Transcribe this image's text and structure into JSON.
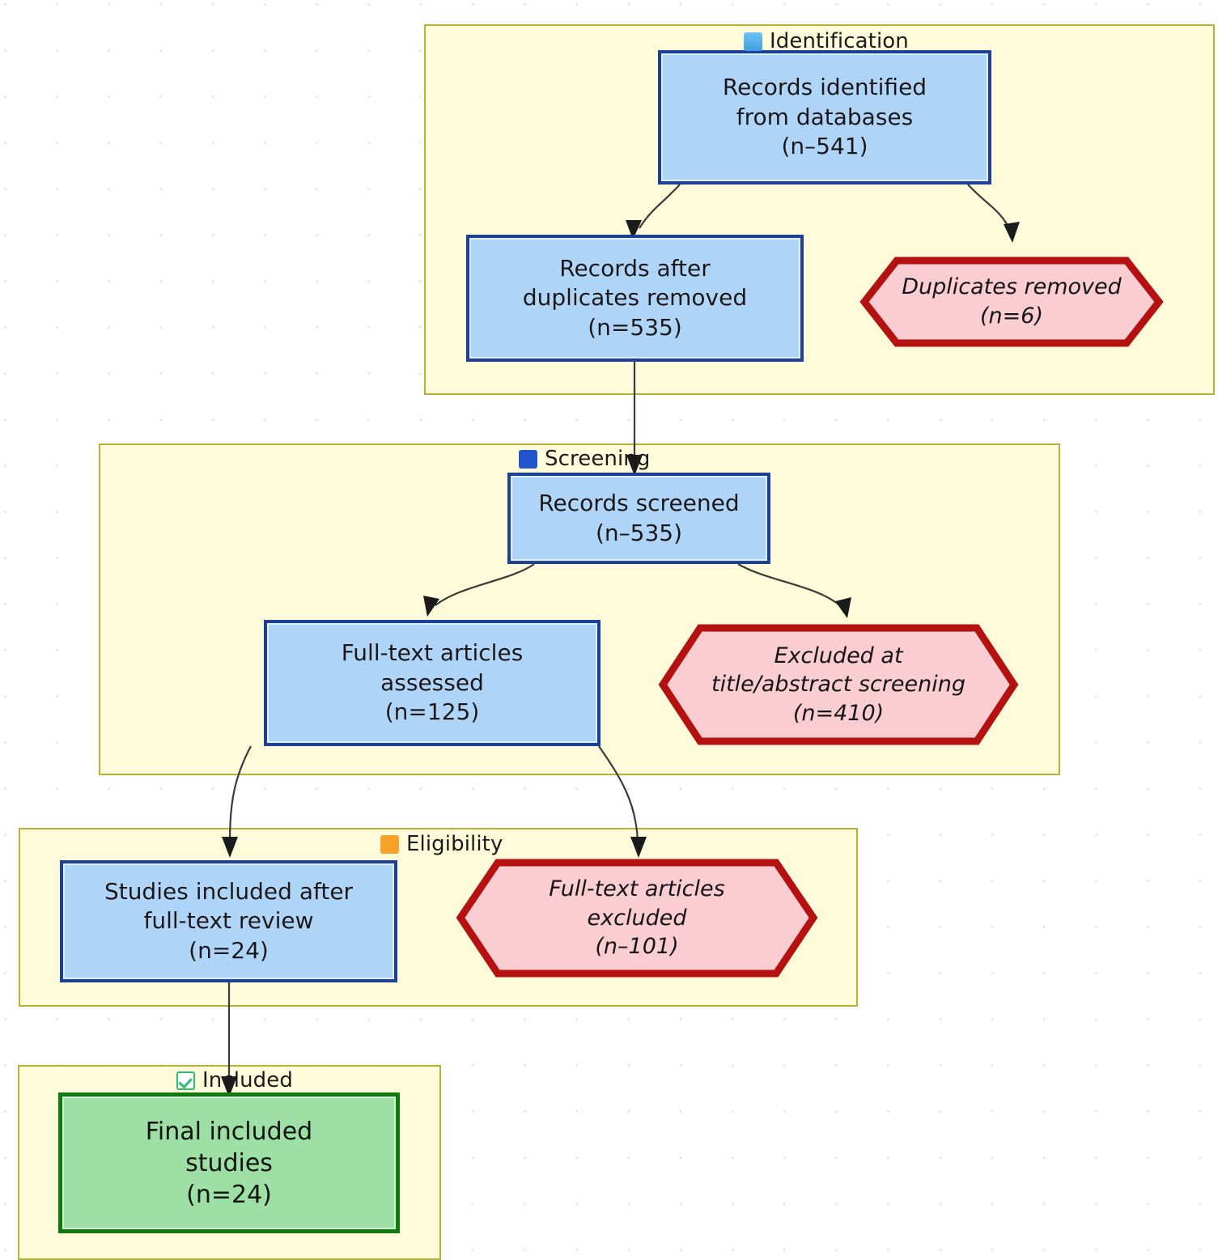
{
  "diagram": {
    "title": "PRISMA study selection flow diagram",
    "colors": {
      "stage_fill": "#fdfbd9",
      "stage_border": "#b5b23a",
      "box_blue_fill": "#aed4f7",
      "box_blue_border": "#1d3f94",
      "box_green_fill": "#9ddfa4",
      "box_green_border": "#107a10",
      "hex_fill": "#f9cdd1",
      "hex_border": "#b61111",
      "identification_swatch": "#4aa6e8",
      "screening_swatch": "#2255cc",
      "eligibility_swatch": "#f8a22a",
      "included_swatch": "#2fbe6e",
      "connector": "#3a3a3a",
      "background": "#ffffff",
      "grid_dot": "#e6e6e6"
    }
  },
  "stages": [
    {
      "id": "identification",
      "label": "Identification",
      "icon": "blue-square-icon"
    },
    {
      "id": "screening",
      "label": "Screening",
      "icon": "dark-blue-square-icon"
    },
    {
      "id": "eligibility",
      "label": "Eligibility",
      "icon": "orange-square-icon"
    },
    {
      "id": "included",
      "label": "Included",
      "icon": "green-checkbox-icon"
    }
  ],
  "nodes": {
    "records_identified": {
      "lines": [
        "Records identified",
        "from databases",
        "(n–541)"
      ],
      "count": 541,
      "shape": "rectangle",
      "type": "include"
    },
    "records_after_duplicates": {
      "lines": [
        "Records after",
        "duplicates removed",
        "(n=535)"
      ],
      "count": 535,
      "shape": "rectangle",
      "type": "include"
    },
    "duplicates_removed": {
      "lines": [
        "Duplicates removed",
        "(n=6)"
      ],
      "count": 6,
      "shape": "hexagon",
      "type": "exclude"
    },
    "records_screened": {
      "lines": [
        "Records screened",
        "(n–535)"
      ],
      "count": 535,
      "shape": "rectangle",
      "type": "include"
    },
    "fulltext_assessed": {
      "lines": [
        "Full-text articles",
        "assessed",
        "(n=125)"
      ],
      "count": 125,
      "shape": "rectangle",
      "type": "include"
    },
    "excluded_title_abstract": {
      "lines": [
        "Excluded at",
        "title/abstract screening",
        "(n=410)"
      ],
      "count": 410,
      "shape": "hexagon",
      "type": "exclude"
    },
    "studies_included_fulltext": {
      "lines": [
        "Studies included after",
        "full-text review",
        "(n=24)"
      ],
      "count": 24,
      "shape": "rectangle",
      "type": "include"
    },
    "fulltext_excluded": {
      "lines": [
        "Full-text articles",
        "excluded",
        "(n–101)"
      ],
      "count": 101,
      "shape": "hexagon",
      "type": "exclude"
    },
    "final_included": {
      "lines": [
        "Final included",
        "studies",
        "(n=24)"
      ],
      "count": 24,
      "shape": "rectangle",
      "type": "final"
    }
  }
}
